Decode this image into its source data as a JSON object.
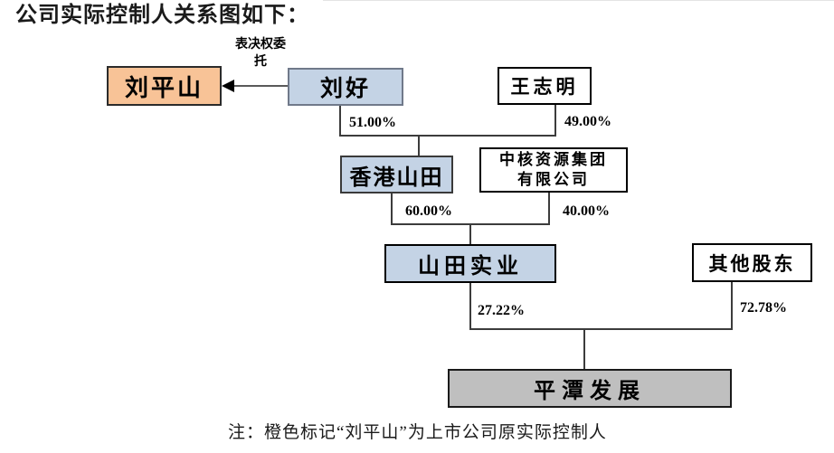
{
  "title": "公司实际控制人关系图如下：",
  "note": "注：橙色标记“刘平山”为上市公司原实际控制人",
  "nodes": [
    {
      "id": "liu-pingshan",
      "label": "刘平山",
      "style": "orange-highlight"
    },
    {
      "id": "liu-hao",
      "label": "刘好",
      "style": "blue"
    },
    {
      "id": "wang-zhiming",
      "label": "王志明",
      "style": "white"
    },
    {
      "id": "xianggang-shantian",
      "label": "香港山田",
      "style": "blue"
    },
    {
      "id": "zhonghe-ziyuan",
      "label": "中核资源集团有限公司",
      "lines": [
        "中核资源集团",
        "有限公司"
      ],
      "style": "white"
    },
    {
      "id": "shantian-shiye",
      "label": "山田实业",
      "style": "blue"
    },
    {
      "id": "qita-gudong",
      "label": "其他股东",
      "style": "white"
    },
    {
      "id": "pingtan-fazhan",
      "label": "平潭发展",
      "style": "gray"
    }
  ],
  "relation": {
    "from": "刘好",
    "to": "刘平山",
    "label": "表决权委托",
    "label_lines": [
      "表决权委",
      "托"
    ]
  },
  "ownership": [
    {
      "from": "刘好",
      "to": "香港山田",
      "pct": "51.00%"
    },
    {
      "from": "王志明",
      "to": "香港山田",
      "pct": "49.00%"
    },
    {
      "from": "香港山田",
      "to": "山田实业",
      "pct": "60.00%"
    },
    {
      "from": "中核资源集团有限公司",
      "to": "山田实业",
      "pct": "40.00%"
    },
    {
      "from": "山田实业",
      "to": "平潭发展",
      "pct": "27.22%"
    },
    {
      "from": "其他股东",
      "to": "平潭发展",
      "pct": "72.78%"
    }
  ],
  "colors": {
    "orange_highlight": "#F8C397",
    "blue": "#C4D3E5",
    "gray": "#BFBFBF",
    "white": "#FFFFFF",
    "line": "#3C3C3C"
  }
}
